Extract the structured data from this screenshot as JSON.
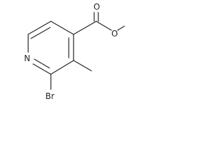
{
  "structure": {
    "atoms": {
      "nitrogen": "N",
      "bromine": "Br",
      "carbonyl_oxygen": "O",
      "ester_oxygen": "O"
    }
  }
}
